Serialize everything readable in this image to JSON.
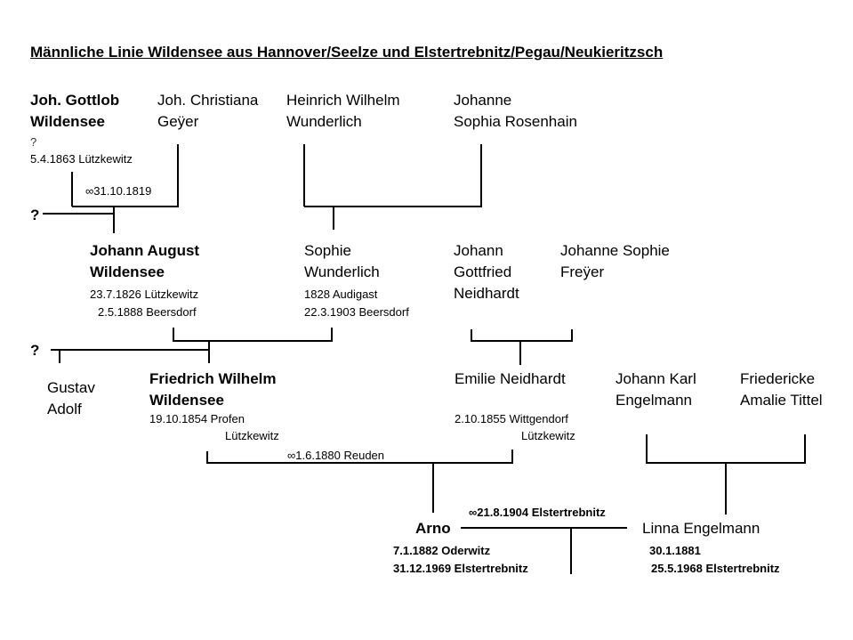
{
  "title": "Männliche Linie Wildensee aus Hannover/Seelze und Elstertrebnitz/Pegau/Neukieritzsch",
  "gen1": {
    "gottlob": {
      "name1": "Joh. Gottlob",
      "name2": "Wildensee",
      "birth": "?",
      "death": "5.4.1863 Lützkewitz"
    },
    "christiana": {
      "name1": "Joh. Christiana",
      "name2": "Geÿer"
    },
    "heinrich": {
      "name1": "Heinrich Wilhelm",
      "name2": "Wunderlich"
    },
    "johanne": {
      "name1": "Johanne",
      "name2": "Sophia Rosenhain"
    },
    "marriage": "∞31.10.1819",
    "unknown": "?"
  },
  "gen2": {
    "august": {
      "name1": "Johann August",
      "name2": "Wildensee",
      "birth": "23.7.1826 Lützkewitz",
      "death": "2.5.1888 Beersdorf"
    },
    "sophie": {
      "name1": "Sophie",
      "name2": "Wunderlich",
      "birth": "1828 Audigast",
      "death": "22.3.1903 Beersdorf"
    },
    "gottfried": {
      "name1": "Johann",
      "name2": "Gottfried",
      "name3": "Neidhardt"
    },
    "freyer": {
      "name1": "Johanne Sophie",
      "name2": "Freÿer"
    },
    "unknown": "?"
  },
  "gen3": {
    "gustav": {
      "name1": "Gustav",
      "name2": "Adolf"
    },
    "friedrich": {
      "name1": "Friedrich Wilhelm",
      "name2": "Wildensee",
      "birth": "19.10.1854 Profen",
      "death": "Lützkewitz"
    },
    "emilie": {
      "name1": "Emilie Neidhardt",
      "birth": "2.10.1855 Wittgendorf",
      "death": "Lützkewitz"
    },
    "karl": {
      "name1": "Johann Karl",
      "name2": "Engelmann"
    },
    "tittel": {
      "name1": "Friedericke",
      "name2": "Amalie Tittel"
    },
    "marriage": "∞1.6.1880 Reuden"
  },
  "gen4": {
    "arno": {
      "name": "Arno",
      "birth": "7.1.1882 Oderwitz",
      "death": "31.12.1969 Elstertrebnitz"
    },
    "linna": {
      "name": "Linna Engelmann",
      "birth": "30.1.1881",
      "death": "25.5.1968 Elstertrebnitz"
    },
    "marriage": "∞21.8.1904 Elstertrebnitz"
  }
}
